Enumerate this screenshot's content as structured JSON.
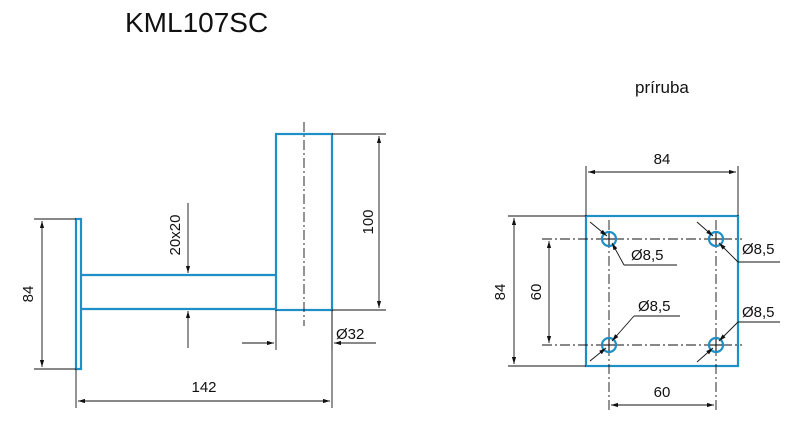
{
  "title": "KML107SC",
  "flange_caption": "príruba",
  "side_view": {
    "plate_height": "84",
    "arm_section": "20x20",
    "mast_height": "100",
    "mast_diameter": "Ø32",
    "total_length": "142"
  },
  "flange_view": {
    "width": "84",
    "height": "84",
    "hole_spacing_v": "60",
    "hole_spacing_h": "60",
    "hole_label_tl": "Ø8,5",
    "hole_label_tr": "Ø8,5",
    "hole_label_bl": "Ø8,5",
    "hole_label_br": "Ø8,5"
  },
  "colors": {
    "outline": "#1f8fc8",
    "dimension": "#111111"
  }
}
